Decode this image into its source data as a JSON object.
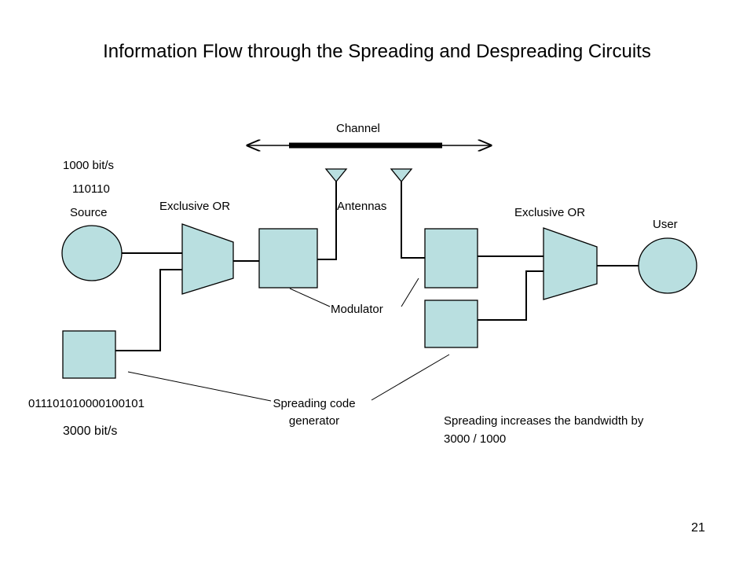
{
  "title": "Information Flow through the Spreading and Despreading Circuits",
  "labels": {
    "channel": "Channel",
    "source_rate": "1000 bit/s",
    "source_bits": "110110",
    "source": "Source",
    "xor_left": "Exclusive OR",
    "antennas": "Antennas",
    "xor_right": "Exclusive OR",
    "user": "User",
    "modulator": "Modulator",
    "code_bits": "011101010000100101",
    "code_rate": "3000 bit/s",
    "spreading_code_line1": "Spreading code",
    "spreading_code_line2": "generator",
    "note_line1": "Spreading increases the bandwidth by",
    "note_line2": "3000 / 1000"
  },
  "page_number": "21",
  "colors": {
    "shape_fill": "#b9dfe0",
    "stroke": "#000000"
  }
}
